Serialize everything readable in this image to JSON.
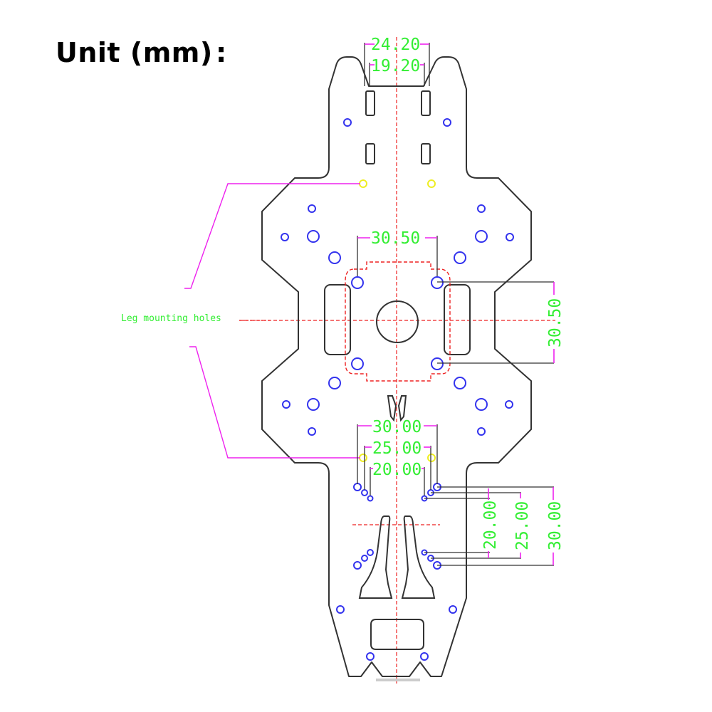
{
  "title": "Unit (mm) :",
  "annotation": {
    "leg_mounting_holes": "Leg mounting holes"
  },
  "dimensions": {
    "top_outer_width": "24.20",
    "top_inner_width": "19.20",
    "center_hole_horizontal": "30.50",
    "center_hole_vertical": "30.50",
    "lower_h_30": "30.00",
    "lower_h_25": "25.00",
    "lower_h_20": "20.00",
    "lower_v_20": "20.00",
    "lower_v_25": "25.00",
    "lower_v_30": "30.00"
  },
  "colors": {
    "outline": "#333333",
    "holes": "#3333ee",
    "dimension_text": "#33ee33",
    "dimension_arrows": "#ee22ee",
    "center_lines": "#ee2222",
    "leader_lines": "#ee22ee",
    "marker_holes": "#eeee22"
  }
}
